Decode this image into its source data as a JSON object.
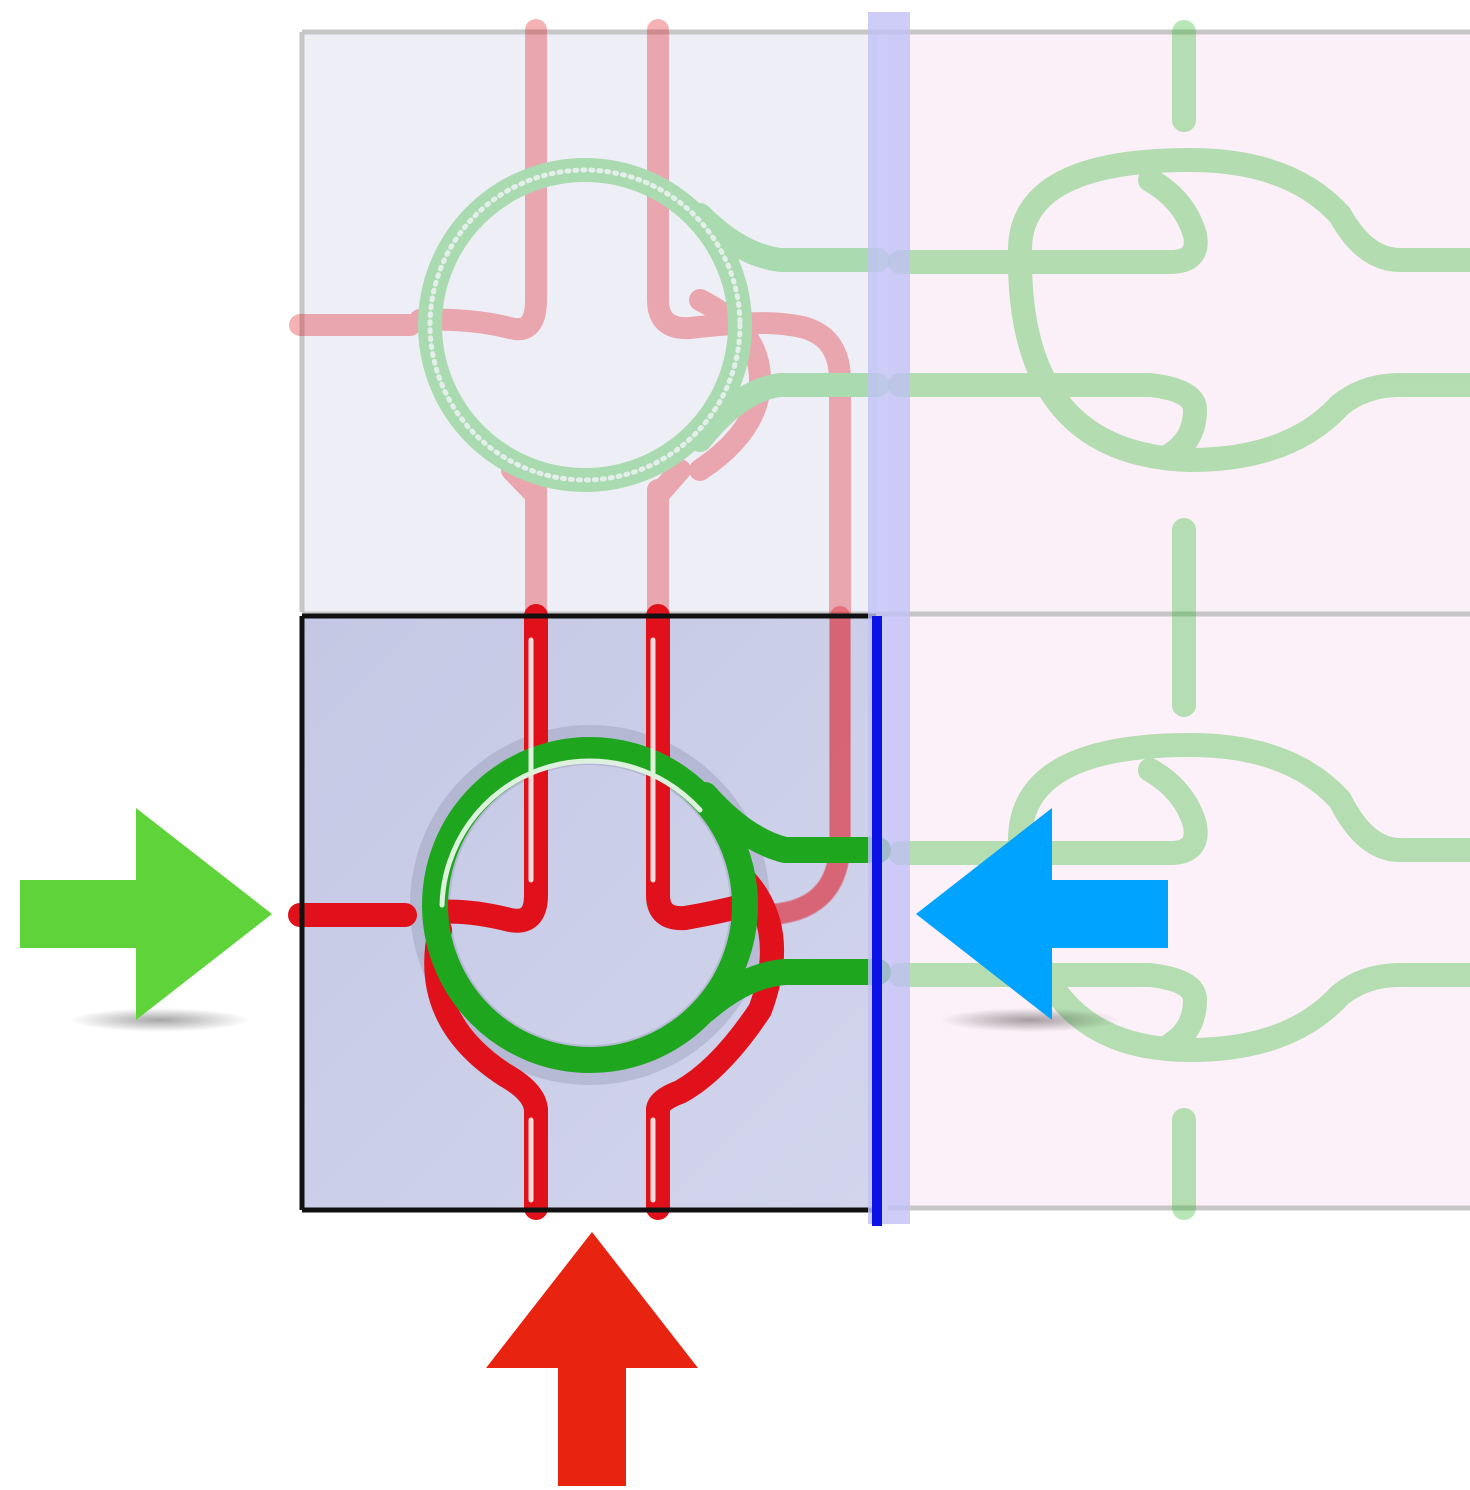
{
  "diagram": {
    "tiles": [
      {
        "id": "tile-top-left",
        "state": "faded",
        "tint": "#e8e8f4"
      },
      {
        "id": "tile-top-right",
        "state": "faded",
        "tint": "#f8ecf4"
      },
      {
        "id": "tile-bottom-left",
        "state": "highlighted",
        "tint": "#c8cce6"
      },
      {
        "id": "tile-bottom-right",
        "state": "faded",
        "tint": "#faeef6"
      }
    ],
    "colors": {
      "red_strand": "#e0111a",
      "green_strand": "#1fb51f",
      "divider": "#0a12e6",
      "divider_faded": "#b8b8f4",
      "arrow_left": "#5fd43a",
      "arrow_right": "#00a3ff",
      "arrow_bottom": "#e8230f",
      "grid_line": "#c4c4c4",
      "active_border": "#111111"
    },
    "arrows": [
      {
        "name": "green-arrow",
        "direction": "right",
        "color": "#5fd43a"
      },
      {
        "name": "blue-arrow",
        "direction": "left",
        "color": "#00a3ff"
      },
      {
        "name": "red-arrow",
        "direction": "up",
        "color": "#e8230f"
      }
    ]
  }
}
